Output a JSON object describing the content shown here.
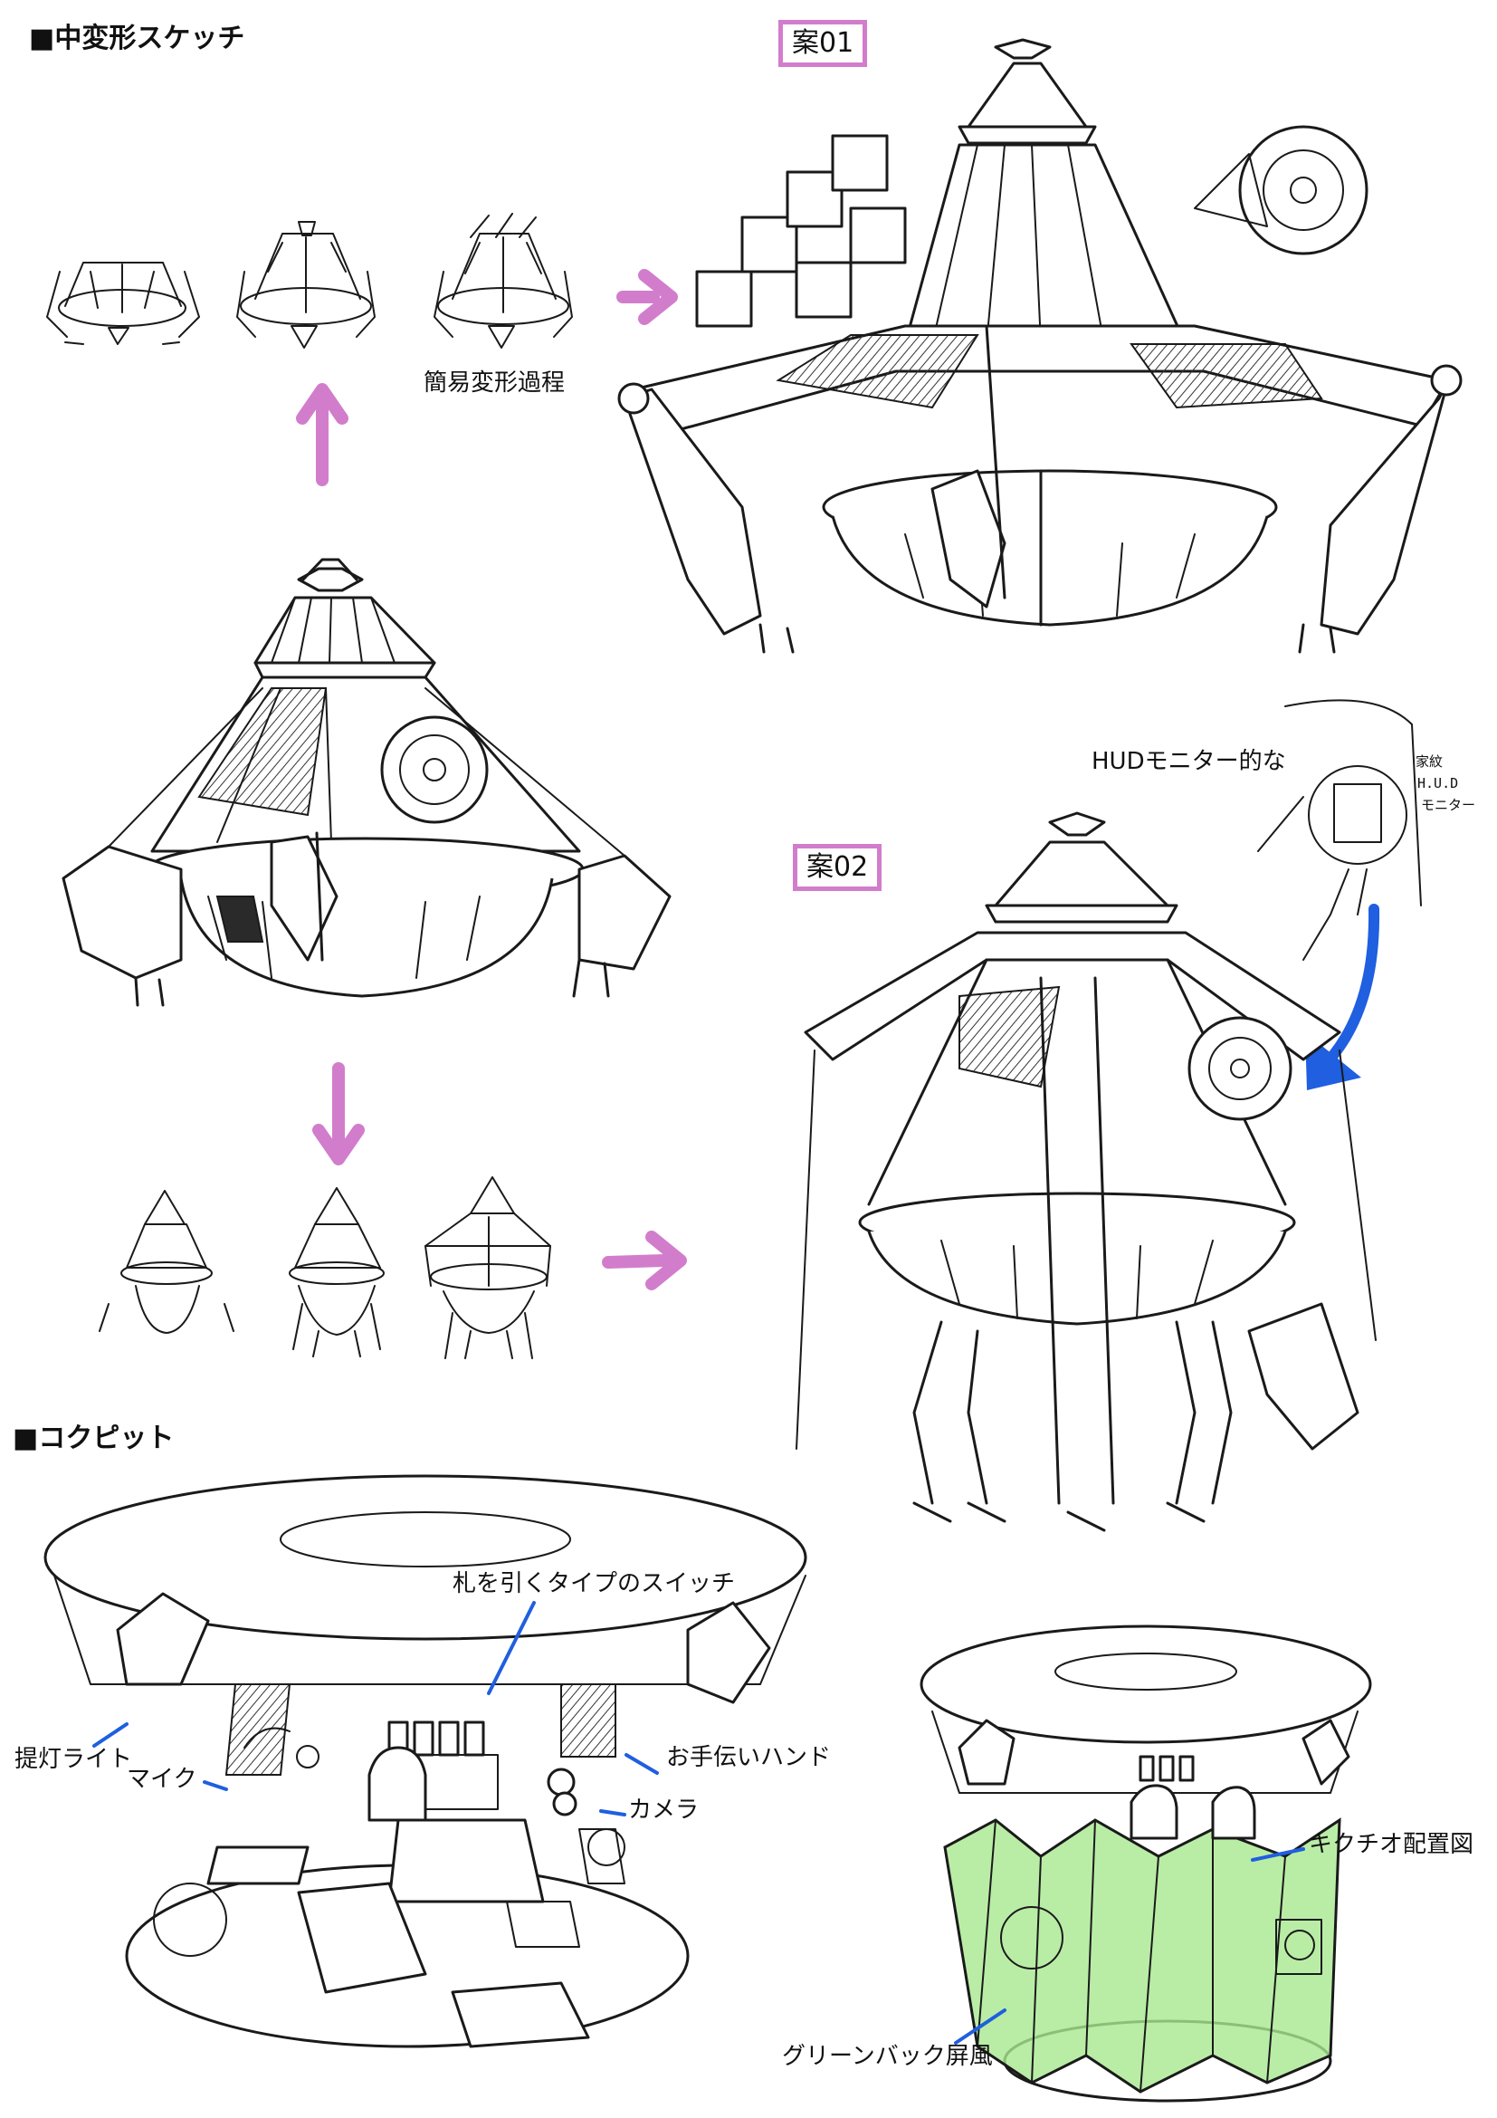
{
  "sections": {
    "sketch_heading": "■中変形スケッチ",
    "cockpit_heading": "■コクピット"
  },
  "proposals": {
    "p1": "案01",
    "p2": "案02"
  },
  "labels": {
    "process": "簡易変形過程",
    "hud": "HUDモニター的な",
    "hud_note_1": "家紋",
    "hud_note_2": "H.U.D",
    "hud_note_3": "モニター",
    "fuda_switch": "札を引くタイプのスイッチ",
    "lantern_light": "提灯ライト",
    "helper_hand": "お手伝いハンド",
    "mic": "マイク",
    "camera": "カメラ",
    "kikuchio_layout": "キクチオ配置図",
    "greenback": "グリーンバック屏風"
  },
  "icons": {
    "pink_arrow": "thick-arrow-icon",
    "blue_arrow": "curved-arrow-icon"
  },
  "colors": {
    "pink_arrow": "#d27dcc",
    "badge_border": "#d27dcc",
    "blue_arrow": "#1f5fe0",
    "leader_line": "#1f5fe0",
    "green_screen": "#a8e890"
  }
}
